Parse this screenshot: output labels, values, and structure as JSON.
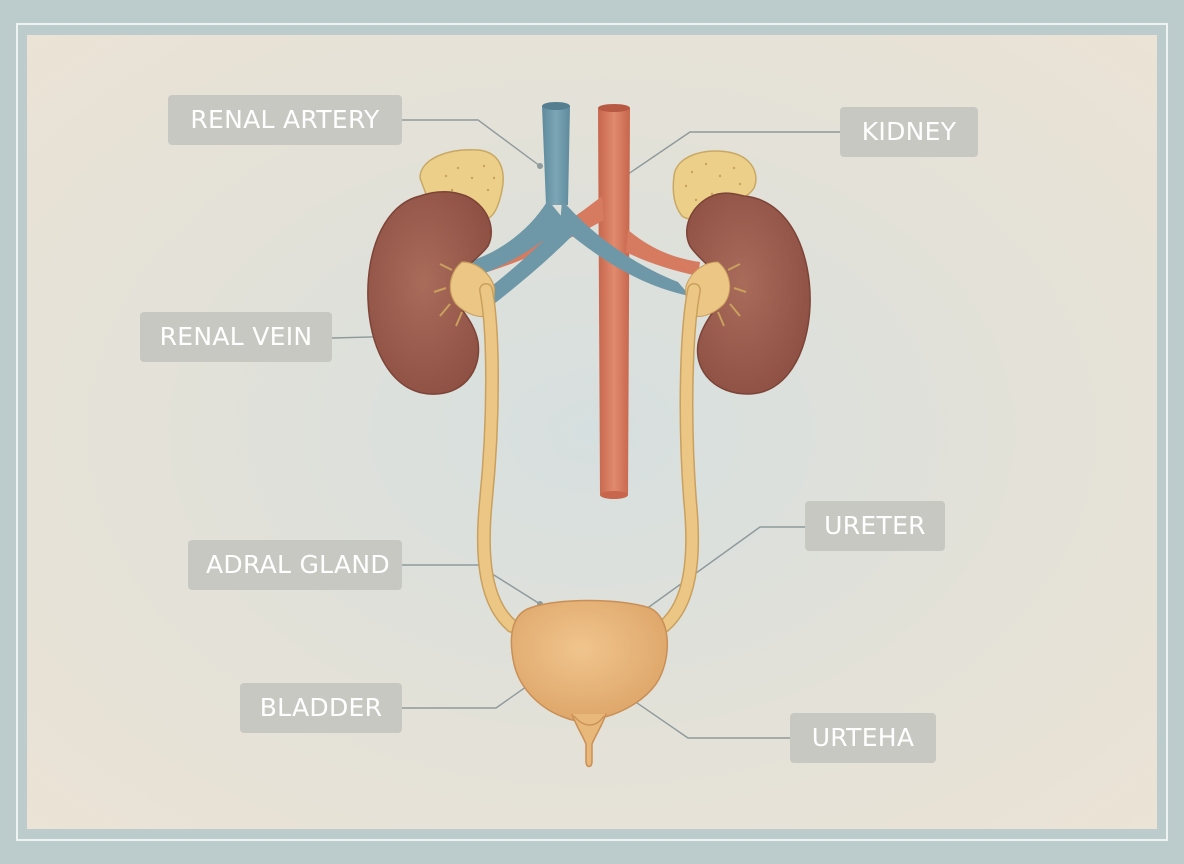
{
  "labels": {
    "renal_artery": "RENAL ARTERY",
    "kidney": "KIDNEY",
    "renal_vein": "RENAL VEIN",
    "ureter": "URETER",
    "adral_gland": "ADRAL GLAND",
    "bladder": "BLADDER",
    "urteha": "URTEHA"
  },
  "colors": {
    "vein": "#6e98a8",
    "artery": "#d67a60",
    "kidney": "#9e5f4f",
    "adrenal": "#ecd089",
    "ureter": "#ecc685",
    "bladder": "#e8b77a",
    "leader": "#8e9a9c"
  }
}
